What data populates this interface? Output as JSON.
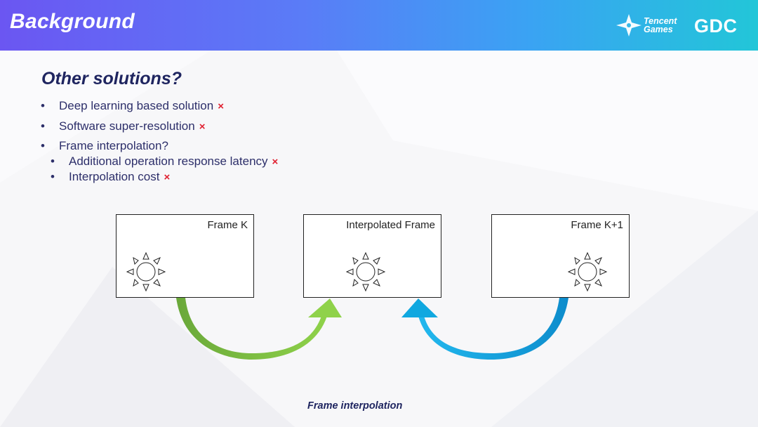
{
  "header": {
    "title": "Background",
    "logos": {
      "tencent_games": "Tencent Games",
      "gdc": "GDC"
    }
  },
  "main": {
    "title": "Other solutions?",
    "bullets": [
      {
        "text": "Deep learning based solution",
        "mark": "×"
      },
      {
        "text": "Software super-resolution",
        "mark": "×"
      },
      {
        "text": "Frame interpolation?",
        "mark": ""
      }
    ],
    "sub_bullets": [
      {
        "text": "Additional operation response latency",
        "mark": "×"
      },
      {
        "text": "Interpolation cost",
        "mark": "×"
      }
    ]
  },
  "diagram": {
    "frames": [
      {
        "label": "Frame K"
      },
      {
        "label": "Interpolated Frame"
      },
      {
        "label": "Frame K+1"
      }
    ],
    "arrow_colors": {
      "green": "#7cc442",
      "blue": "#10a8e0"
    },
    "icons": [
      "sun-icon",
      "sun-icon",
      "sun-icon"
    ],
    "caption": "Frame interpolation"
  },
  "colors": {
    "title_navy": "#1f2560",
    "cross_red": "#e02030",
    "header_gradient_start": "#6b56f2",
    "header_gradient_end": "#22c6d8"
  }
}
